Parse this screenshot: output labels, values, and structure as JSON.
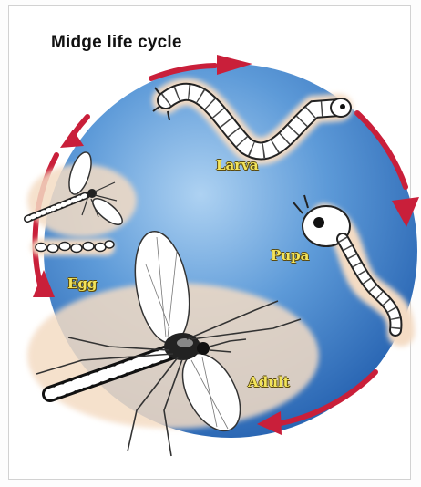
{
  "title": "Midge life cycle",
  "stages": {
    "larva": "Larva",
    "pupa": "Pupa",
    "egg": "Egg",
    "adult": "Adult"
  },
  "colors": {
    "circle_light": "#9fc8ee",
    "circle_dark": "#1d5fb0",
    "ring": "#c91f3a",
    "label": "#f3e45a",
    "halo": "#f4dcc4"
  },
  "icons": [
    "larva-illustration",
    "pupa-illustration",
    "egg-cluster",
    "adult-midge-illustration",
    "small-midge-illustration",
    "cycle-arrow"
  ]
}
